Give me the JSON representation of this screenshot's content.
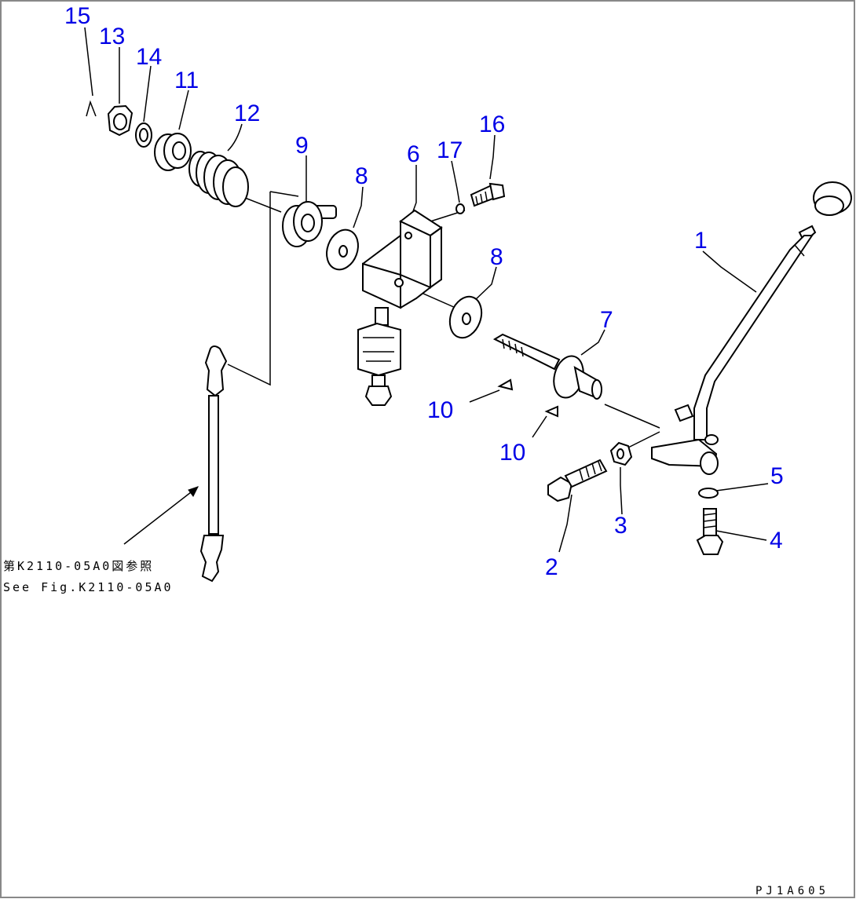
{
  "callouts": [
    {
      "id": "c15",
      "text": "15"
    },
    {
      "id": "c13",
      "text": "13"
    },
    {
      "id": "c14",
      "text": "14"
    },
    {
      "id": "c11",
      "text": "11"
    },
    {
      "id": "c12",
      "text": "12"
    },
    {
      "id": "c9",
      "text": "9"
    },
    {
      "id": "c8a",
      "text": "8"
    },
    {
      "id": "c6",
      "text": "6"
    },
    {
      "id": "c17",
      "text": "17"
    },
    {
      "id": "c16",
      "text": "16"
    },
    {
      "id": "c1",
      "text": "1"
    },
    {
      "id": "c8b",
      "text": "8"
    },
    {
      "id": "c7",
      "text": "7"
    },
    {
      "id": "c10a",
      "text": "10"
    },
    {
      "id": "c10b",
      "text": "10"
    },
    {
      "id": "c5",
      "text": "5"
    },
    {
      "id": "c3",
      "text": "3"
    },
    {
      "id": "c4",
      "text": "4"
    },
    {
      "id": "c2",
      "text": "2"
    }
  ],
  "reference_note": {
    "japanese": "第K2110-05A0図参照",
    "english": "See Fig.K2110-05A0"
  },
  "drawing_id": "PJ1A605",
  "colors": {
    "callout": "#0000e6",
    "line": "#000000",
    "background": "#ffffff",
    "frame": "#888888"
  }
}
